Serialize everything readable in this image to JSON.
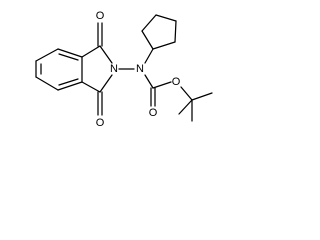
{
  "atoms": {
    "imide_o_top": "O",
    "imide_o_bottom": "O",
    "imide_n": "N",
    "hydrazine_n": "N",
    "carbamate_o_carbonyl": "O",
    "carbamate_o_ester": "O"
  }
}
